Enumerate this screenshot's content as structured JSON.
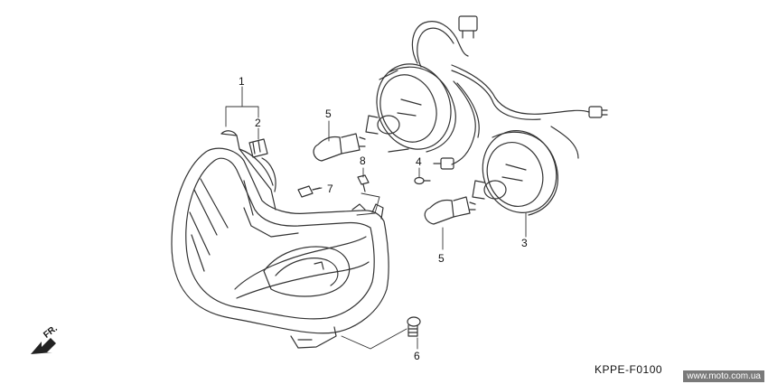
{
  "part_labels": {
    "p1": "1",
    "p2": "2",
    "p3": "3",
    "p4": "4",
    "p5a": "5",
    "p5b": "5",
    "p6": "6",
    "p7": "7",
    "p8": "8"
  },
  "diagram_code": "KPPE-F0100",
  "direction_label": "FR.",
  "watermark": "www.moto.com.ua"
}
